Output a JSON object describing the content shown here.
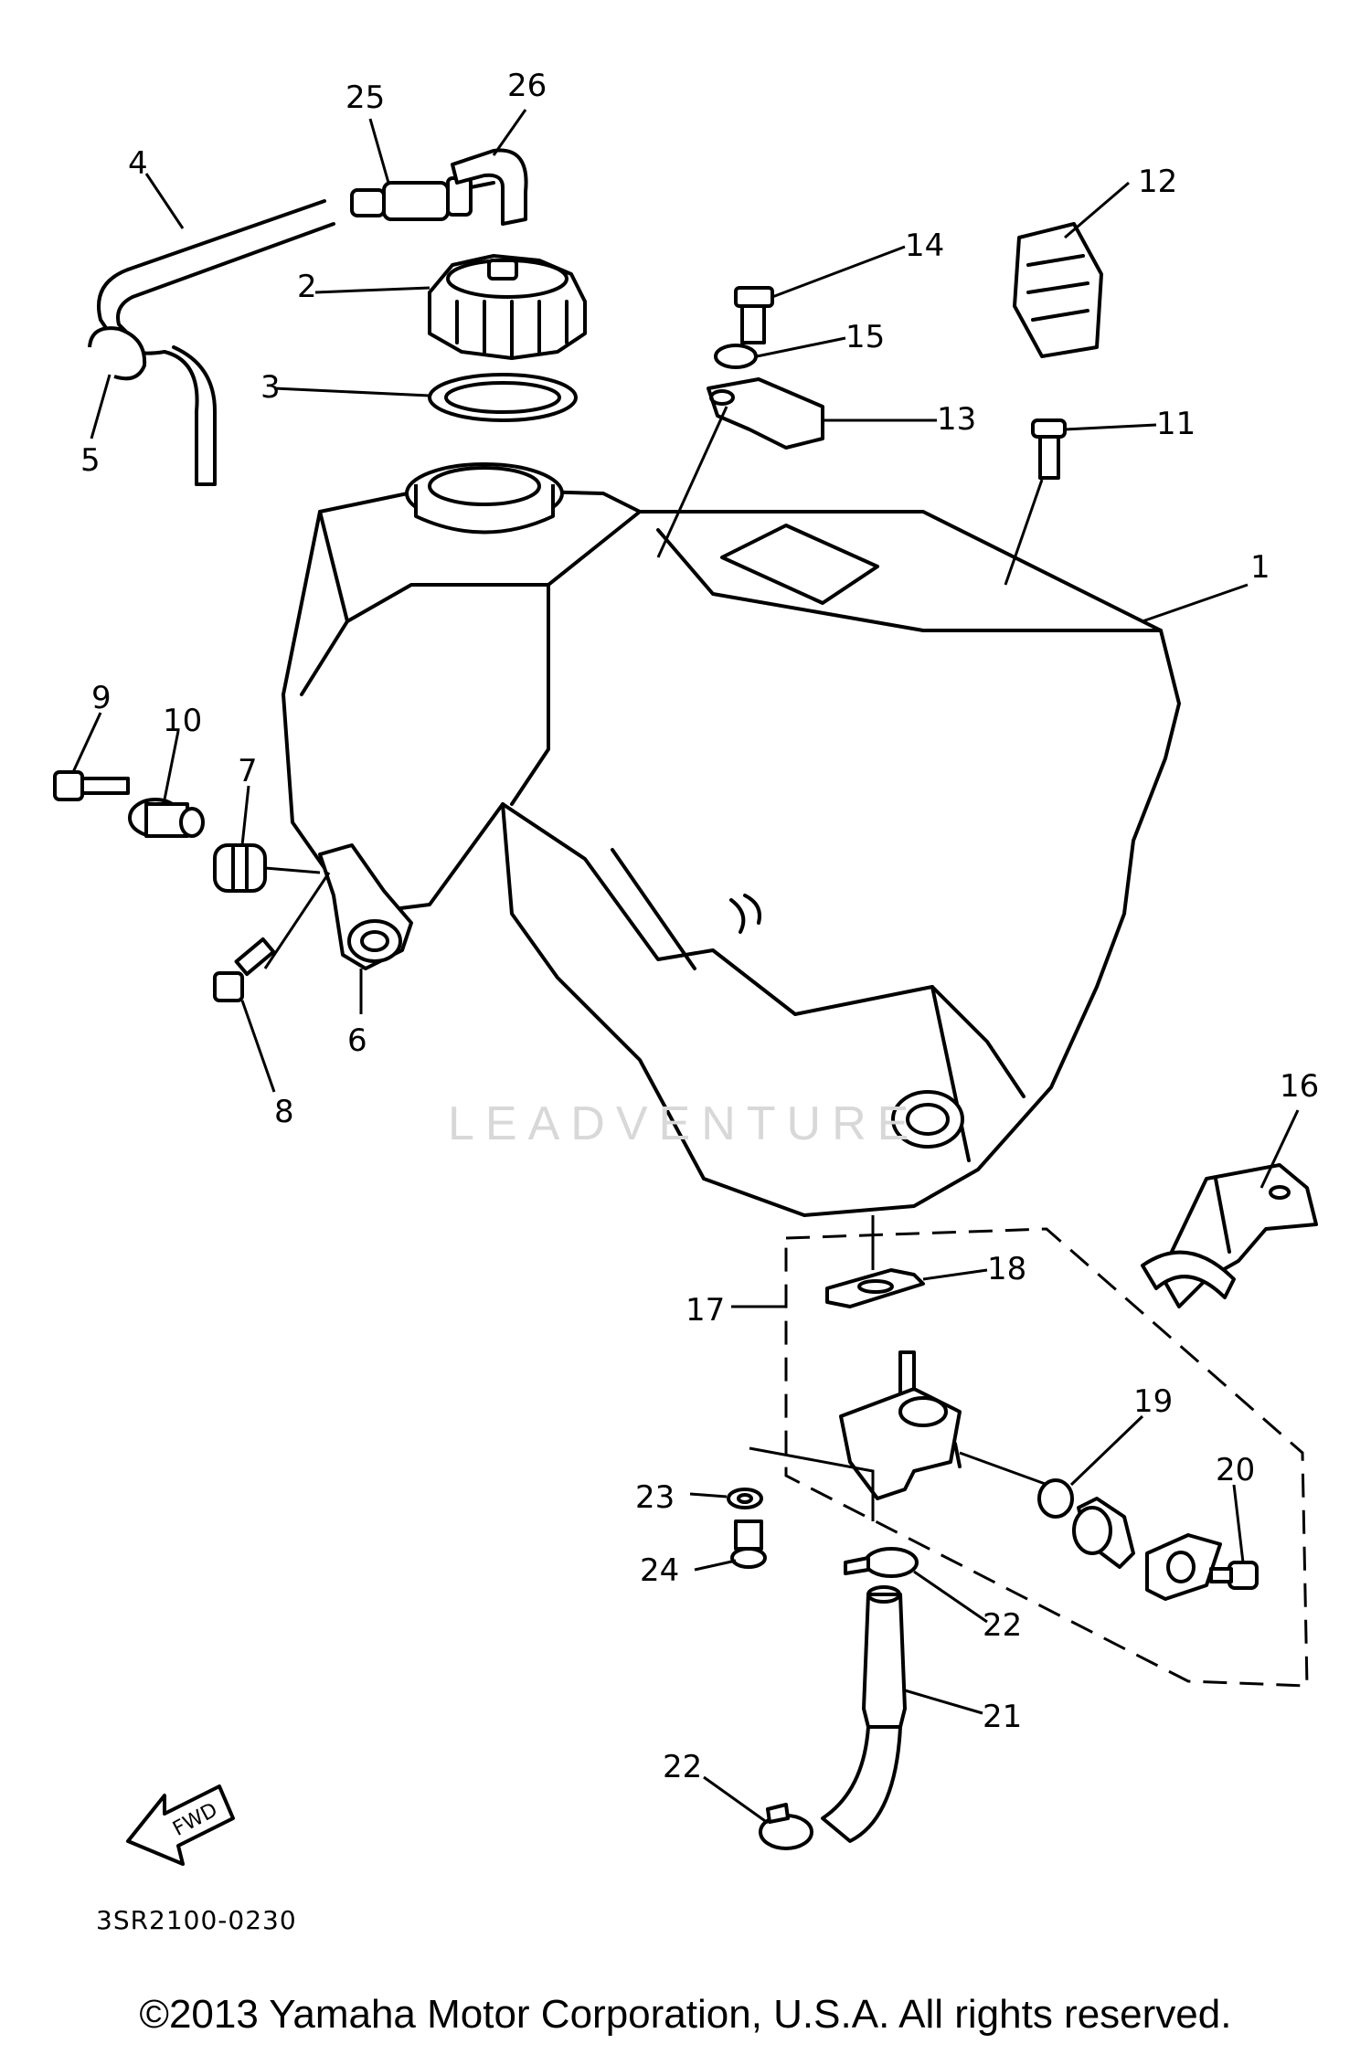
{
  "diagram": {
    "code": "3SR2100-0230",
    "copyright": "©2013 Yamaha Motor Corporation, U.S.A. All rights reserved.",
    "watermark": "LEADVENTURE",
    "fwd_label": "FWD",
    "callouts": [
      "1",
      "2",
      "3",
      "4",
      "5",
      "6",
      "7",
      "8",
      "9",
      "10",
      "11",
      "12",
      "13",
      "14",
      "15",
      "16",
      "17",
      "18",
      "19",
      "20",
      "21",
      "22",
      "22",
      "23",
      "24",
      "25",
      "26"
    ]
  }
}
